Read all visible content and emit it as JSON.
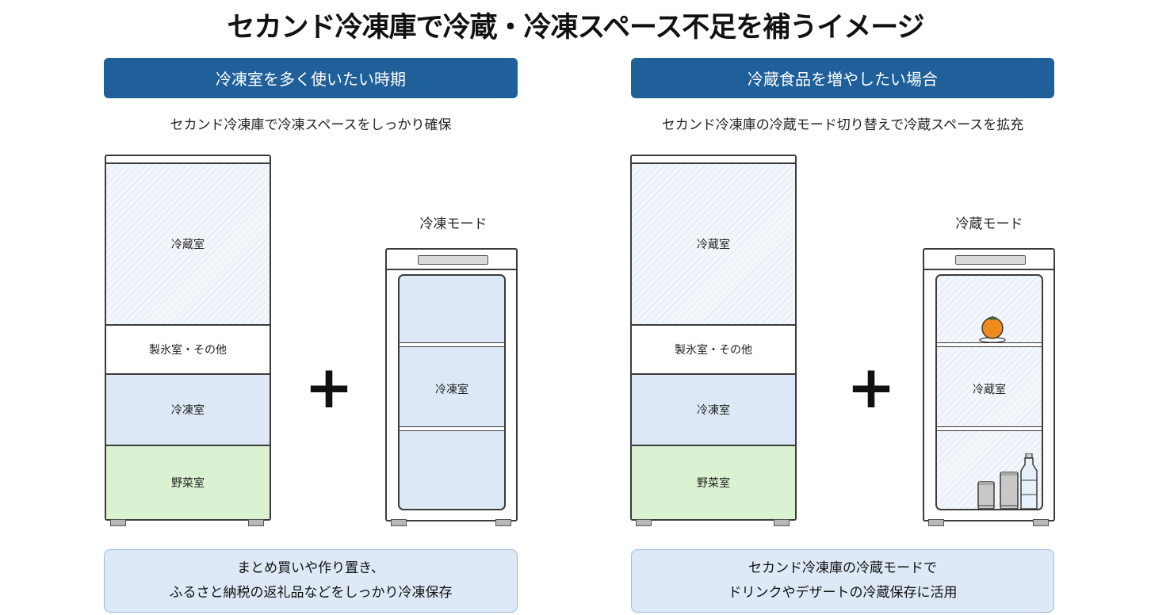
{
  "title": "セカンド冷凍庫で冷蔵・冷凍スペース不足を補うイメージ",
  "left": {
    "header": "冷凍室を多く使いたい時期",
    "subtitle": "セカンド冷凍庫で冷凍スペースをしっかり確保",
    "main_fridge": {
      "compartments": [
        "冷蔵室",
        "製氷室・その他",
        "冷凍室",
        "野菜室"
      ]
    },
    "plus": "+",
    "mode_label": "冷凍モード",
    "second_fridge_label": "冷凍室",
    "note_lines": [
      "まとめ買いや作り置き、",
      "ふるさと納税の返礼品などをしっかり冷凍保存"
    ]
  },
  "right": {
    "header": "冷蔵食品を増やしたい場合",
    "subtitle": "セカンド冷凍庫の冷蔵モード切り替えで冷蔵スペースを拡充",
    "main_fridge": {
      "compartments": [
        "冷蔵室",
        "製氷室・その他",
        "冷凍室",
        "野菜室"
      ]
    },
    "plus": "+",
    "mode_label": "冷蔵モード",
    "second_fridge_label": "冷蔵室",
    "note_lines": [
      "セカンド冷凍庫の冷蔵モードで",
      "ドリンクやデザートの冷蔵保存に活用"
    ]
  },
  "colors": {
    "header_bg": "#1f5f9a",
    "freezer_blue": "#dce8f5",
    "vegetable_green": "#dbf2d2",
    "note_bg": "#dde9f6",
    "orange": "#f08a1c"
  }
}
